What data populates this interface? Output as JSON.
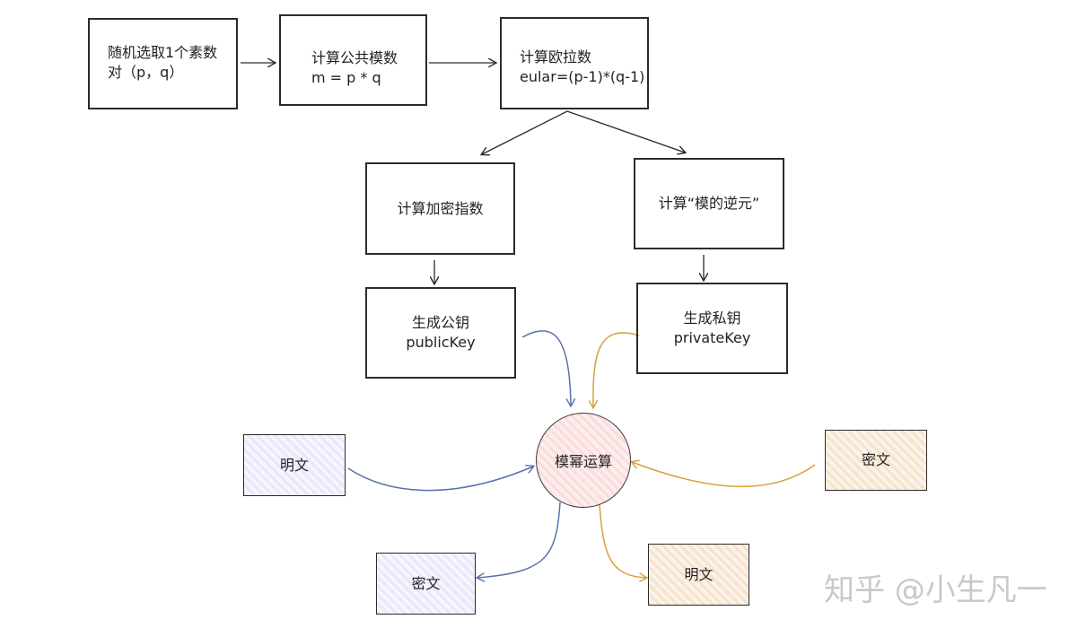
{
  "nodes": {
    "select_primes": {
      "line1": "随机选取1个素数",
      "line2": "对（p，q）"
    },
    "public_modulus": {
      "line1": "计算公共模数",
      "line2": "m = p * q"
    },
    "euler": {
      "line1": "计算欧拉数",
      "line2": "eular=(p-1)*(q-1)"
    },
    "encrypt_exponent": {
      "line1": "计算加密指数"
    },
    "modular_inverse": {
      "line1": "计算“模的逆元”"
    },
    "public_key": {
      "line1": "生成公钥",
      "line2": "publicKey"
    },
    "private_key": {
      "line1": "生成私钥",
      "line2": "privateKey"
    },
    "mod_power": {
      "line1": "模幂运算"
    },
    "plaintext_in": {
      "line1": "明文"
    },
    "ciphertext_in": {
      "line1": "密文"
    },
    "ciphertext_out": {
      "line1": "密文"
    },
    "plaintext_out": {
      "line1": "明文"
    }
  },
  "watermark": "知乎 @小生凡一",
  "colors": {
    "blue_path": "#5b6fb0",
    "orange_path": "#d9a03a",
    "black_path": "#2b2b2b",
    "purple_fill": "#ebe6fb",
    "orange_fill": "#f6e3cd",
    "pink_fill": "#fbdcdc"
  }
}
